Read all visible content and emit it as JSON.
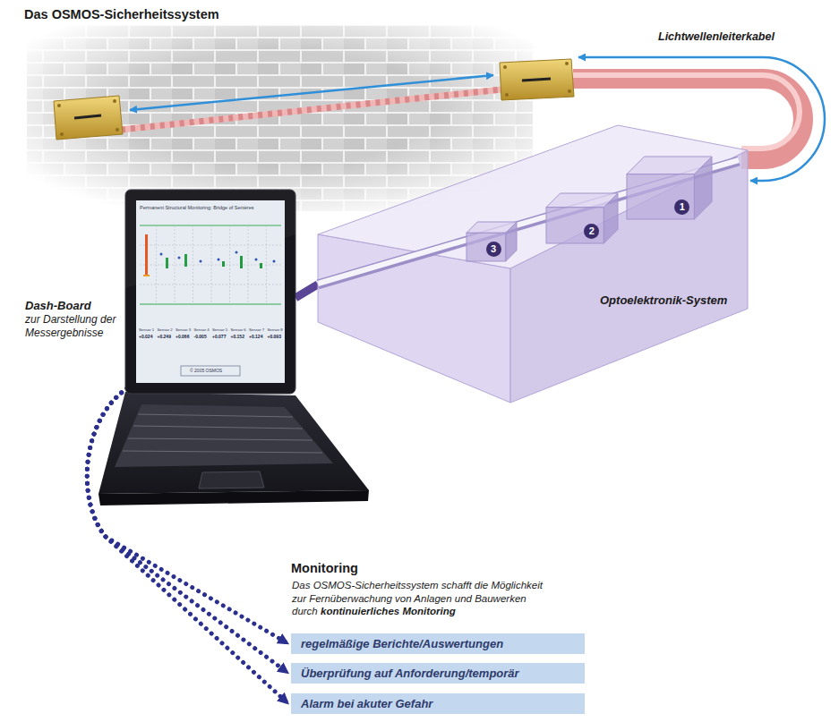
{
  "diagram": {
    "title": "Das OSMOS-Sicherheitssystem",
    "nodes": [
      {
        "text": [
          "Optoelektronik-System"
        ]
      },
      {
        "text": [
          "1"
        ],
        "in": 0
      },
      {
        "text": [
          "2"
        ],
        "in": 0
      },
      {
        "text": [
          "3"
        ],
        "in": 0
      },
      {
        "text": [
          "Dash-Board",
          "zur Darstellung der Messergebnisse"
        ]
      },
      {
        "text": [
          "regelmäßige Berichte/Auswertungen"
        ]
      },
      {
        "text": [
          "Überprüfung auf Anforderung/temporär"
        ]
      },
      {
        "text": [
          "Alarm bei akuter Gefahr"
        ]
      }
    ],
    "edges": [
      {
        "from": 0,
        "to": 4,
        "arrow": "none"
      },
      {
        "from": 4,
        "to": 5,
        "arrow": "to"
      },
      {
        "from": 4,
        "to": 6,
        "arrow": "to"
      },
      {
        "from": 4,
        "to": 7,
        "arrow": "to"
      }
    ],
    "labels": [
      "Lichtwellenleiterkabel",
      "Monitoring",
      "Das OSMOS-Sicherheitssystem schafft die Möglichkeit zur Fernüberwachung von Anlagen und Bauwerken durch",
      "kontinuierliches Monitoring",
      "Permanent Structural Monitoring: Bridge of Senières",
      "Sensor 1",
      "Sensor 2",
      "Sensor 3",
      "Sensor 4",
      "Sensor 5",
      "Sensor 6",
      "Sensor 7",
      "Sensor 8",
      "+0.024",
      "+0.249",
      "+0.066",
      "-0.005",
      "+0.077",
      "+0.152",
      "+0.124",
      "+0.093",
      "© 2005 OSMOS"
    ]
  }
}
